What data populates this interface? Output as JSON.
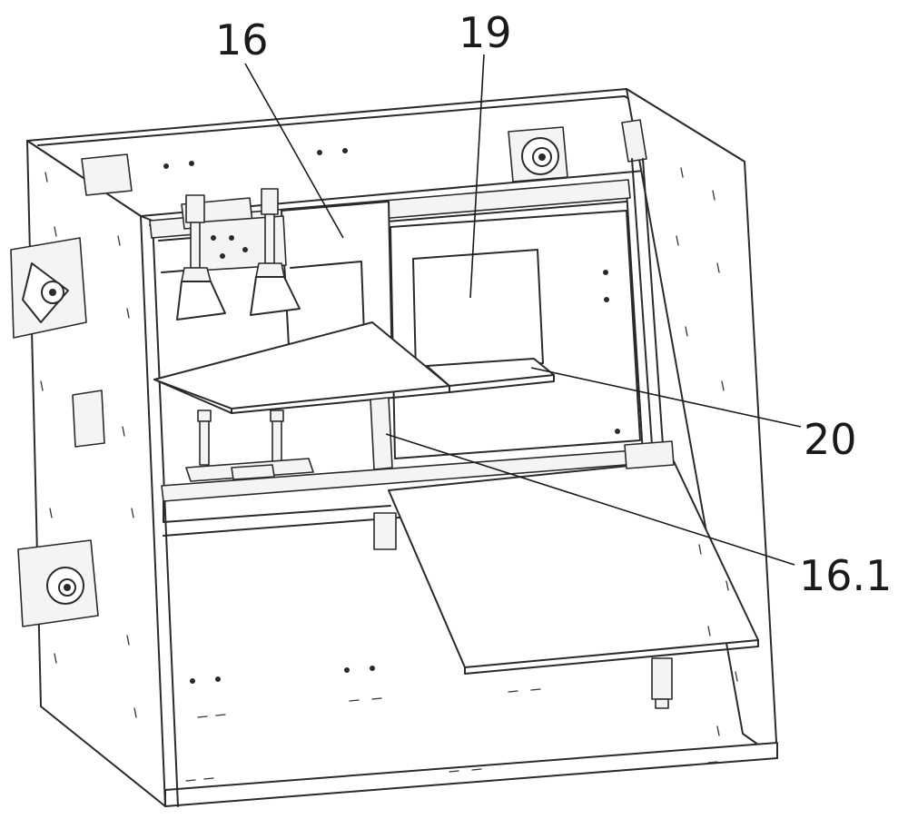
{
  "labels": {
    "l16": "16",
    "l19": "19",
    "l20": "20",
    "l16_1": "16.1"
  }
}
